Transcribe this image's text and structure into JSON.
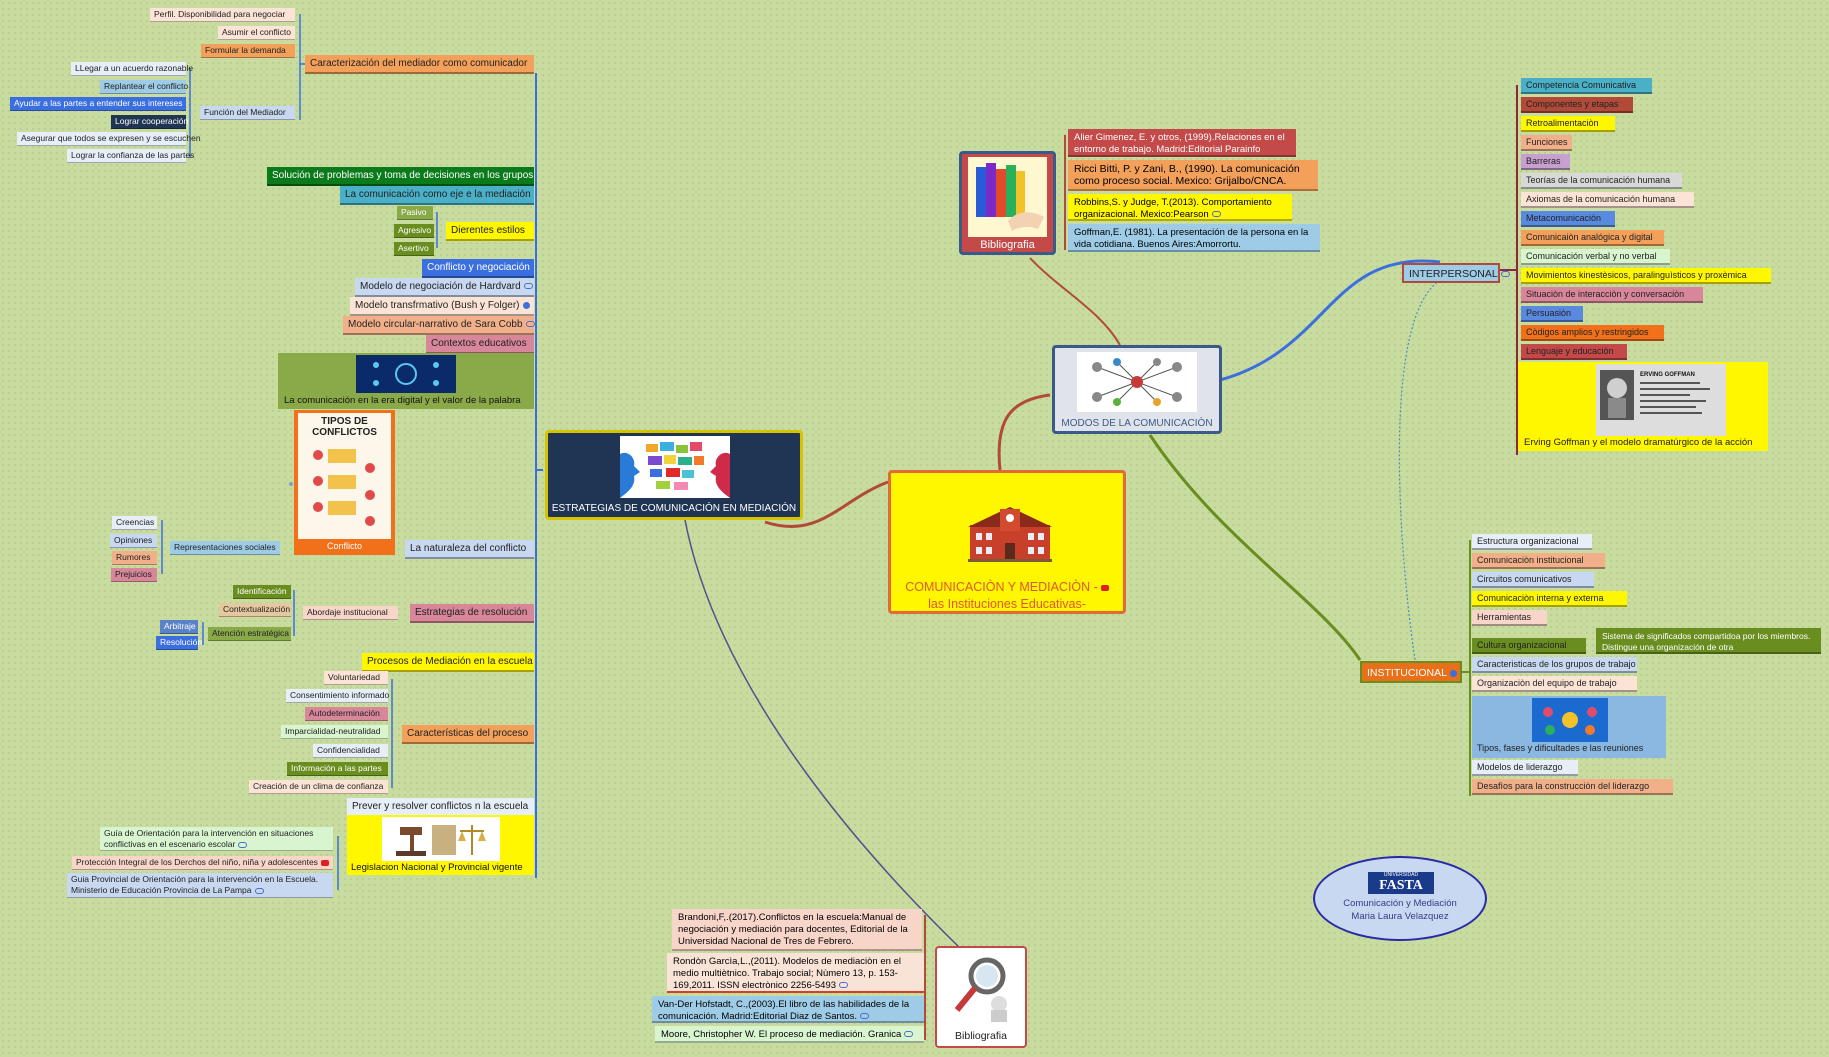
{
  "colors": {
    "background": "#c9dca0",
    "center_fill": "#fff700",
    "center_border": "#e06a3a",
    "left_branch": "#3b6fe0",
    "interpersonal_branch": "#3b6fe0",
    "institutional_branch": "#6a8d1f",
    "biblio_branch": "#b24a3a"
  },
  "center": {
    "title_line1": "COMUNICACIÒN Y MEDIACIÒN -",
    "title_line2": "las Instituciones Educativas-",
    "icon": "school-building-icon"
  },
  "strategies": {
    "title": "ESTRATEGIAS DE COMUNICACIÓN EN MEDIACIÓN",
    "icon": "speech-faces-icon"
  },
  "modos": {
    "title": "MODOS DE LA COMUNICACIÒN",
    "icon": "people-network-icon"
  },
  "biblio_top": {
    "title": "Bibliografia",
    "icon": "books-icon",
    "refs": [
      "Alier Gimenez, E. y otros, (1999).Relaciones en el entorno de trabajo. Madrid:Editorial Parainfo",
      "Ricci Bitti, P. y Zani, B., (1990). La comunicación como proceso social. Mexico: Grijalbo/CNCA.",
      "Robbins,S. y Judge, T.(2013). Comportamiento organizacional. Mexico:Pearson",
      "Goffman,E. (1981). La presentación de la persona en la vida cotidiana. Buenos Aires:Amorrortu."
    ]
  },
  "biblio_bottom": {
    "title": "Bibliografia",
    "icon": "magnifier-person-icon",
    "refs": [
      "Brandoni,F,.(2017).Conflictos en la escuela:Manual de negociación y mediación para docentes, Editorial de la Universidad Nacional de Tres de Febrero.",
      "Rondòn Garcìa,L.,(2011). Modelos de mediaciòn en el medio multiètnico. Trabajo social; Nùmero 13, p. 153-169,2011. ISSN electrònico 2256-5493",
      "Van-Der Hofstadt, C.,(2003).El libro de las habilidades de la comunicación. Madrid:Editorial Diaz de Santos.",
      "Moore, Christopher W. El proceso de mediación. Granica"
    ]
  },
  "interpersonal": {
    "title": "INTERPERSONAL",
    "items": [
      "Competencia Comunicativa",
      "Componentes y etapas",
      "Retroalimentaciòn",
      "Funciones",
      "Barreras",
      "Teorías de la comunicación humana",
      "Axiomas de la comunicación humana",
      "Metacomunicaciòn",
      "Comunicaiòn analógica y digital",
      "Comunicación verbal y no verbal",
      "Movimientos kinestèsicos, paralinguìsticos y proxèmica",
      "Situaciòn de interacciòn y conversaciòn",
      "Persuasiòn",
      "Còdigos amplios y restringidos",
      "Lenguaje y educaciòn"
    ],
    "goffman": {
      "caption": "Erving Goffman y el modelo dramatúrgico de la acción",
      "img_label": "ERVING GOFFMAN"
    }
  },
  "institucional": {
    "title": "INSTITUCIONAL",
    "items": [
      "Estructura organizacional",
      "Comunicaciòn institucional",
      "Circuitos comunicativos",
      "Comunicaciòn interna y externa",
      "Herramientas",
      "Cultura organizacional",
      "Caracteristicas de los grupos de trabajo",
      "Organizaciòn del equipo de trabajo",
      "Tipos, fases y dificultades e las reuniones",
      "Modelos de liderazgo",
      "Desafìos para la construcciòn del liderazgo"
    ],
    "cultura_note": "Sistema de significados compartidoa por los miembros. Distingue una organización de otra"
  },
  "logo": {
    "brand": "FASTA",
    "brand_top": "UNIVERSIDAD",
    "line1": "Comunicación y Mediación",
    "line2": "Maria Laura Velazquez"
  },
  "left": {
    "mediador": "Caracterización del mediador como comunicador",
    "mediador_sub": [
      "Perfil. Disponibilidad para negociar",
      "Asumir el conflicto",
      "Formular la demanda",
      "Función del Mediador"
    ],
    "funcion": [
      "LLegar a un acuerdo razonable",
      "Replantear el conflicto",
      "Ayudar a las partes a entender sus intereses",
      "Lograr cooperación",
      "Asegurar que todos se expresen y se escuchen",
      "Lograr la confianza de las partes"
    ],
    "solucion": "Solución de problemas y toma de decisiones en los grupos",
    "eje": "La comunicación como eje e la mediación",
    "estilos": "Dierentes estilos",
    "estilos_sub": [
      "Pasivo",
      "Agresivo",
      "Asertivo"
    ],
    "conflicto_neg": "Conflicto y negociación",
    "hardvard": "Modelo de negociación de Hardvard",
    "transf": "Modelo transfrmativo (Bush y Folger)",
    "circular": "Modelo circular-narrativo de Sara Cobb",
    "contextos": "Contextos educativos",
    "digital": "La comunicación en la era digital y el valor de la palabra",
    "tipos_img_title": "TIPOS DE CONFLICTOS",
    "tipos_caption": "Conflicto",
    "naturaleza": "La naturaleza del conflicto",
    "representaciones": "Representaciones sociales",
    "repr_sub": [
      "Creencias",
      "Opiniones",
      "Rumores",
      "Prejuicios"
    ],
    "estrategias_res": "Estrategias de resolución",
    "abordaje": "Abordaje institucional",
    "abordaje_sub": [
      "Identificación",
      "Contextualización",
      "Atención estratégica"
    ],
    "atencion_sub": [
      "Arbitraje",
      "Resolución"
    ],
    "procesos": "Procesos de Mediación en la escuela",
    "caracteristicas": "Características del proceso",
    "carac_sub": [
      "Voluntariedad",
      "Consentimiento informado",
      "Autodeterminación",
      "Imparcialidad-neutralidad",
      "Confidencialidad",
      "Información a las partes",
      "Creación de un clima de confianza"
    ],
    "prevenir": "Prever y resolver conflictos n la escuela",
    "legislacion": "Legislacion Nacional y Provincial vigente",
    "leg_sub": [
      "Guía de Orientación para la intervención en situaciones conflictivas en el escenario escolar",
      "Protección Integral de los Derchos del niño, niña y adolescentes",
      "Guia Provincial de Orientación para la intervención en la Escuela. Ministerio de Educación Provincia de La Pampa"
    ]
  }
}
